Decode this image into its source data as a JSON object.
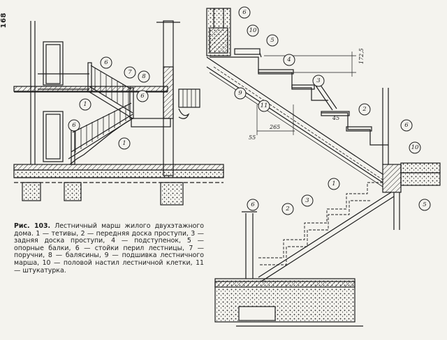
{
  "page": {
    "number": "168"
  },
  "caption": {
    "lead": "Рис. 103.",
    "text": "Лестничный марш жилого двухэтажного дома. 1 — тетивы, 2 — передняя доска проступи, 3 — задняя доска проступи, 4 — подступенок, 5 — опорные балки, 6 — стойки перил лестницы, 7 — поручни, 8 — балясины, 9 — подшивка лестничного марша, 10 — половой настил лестничной клетки, 11 — штукатурка."
  },
  "callouts": {
    "c1": "1",
    "c2": "2",
    "c3": "3",
    "c4": "4",
    "c5": "5",
    "c6": "6",
    "c7": "7",
    "c8": "8",
    "c9": "9",
    "c10": "10",
    "c11": "11"
  },
  "dimensions": {
    "rise": "172,5",
    "tread": "265",
    "small": "55",
    "small2": "45"
  },
  "colors": {
    "ink": "#1d1d1d",
    "paper": "#f4f3ee"
  }
}
